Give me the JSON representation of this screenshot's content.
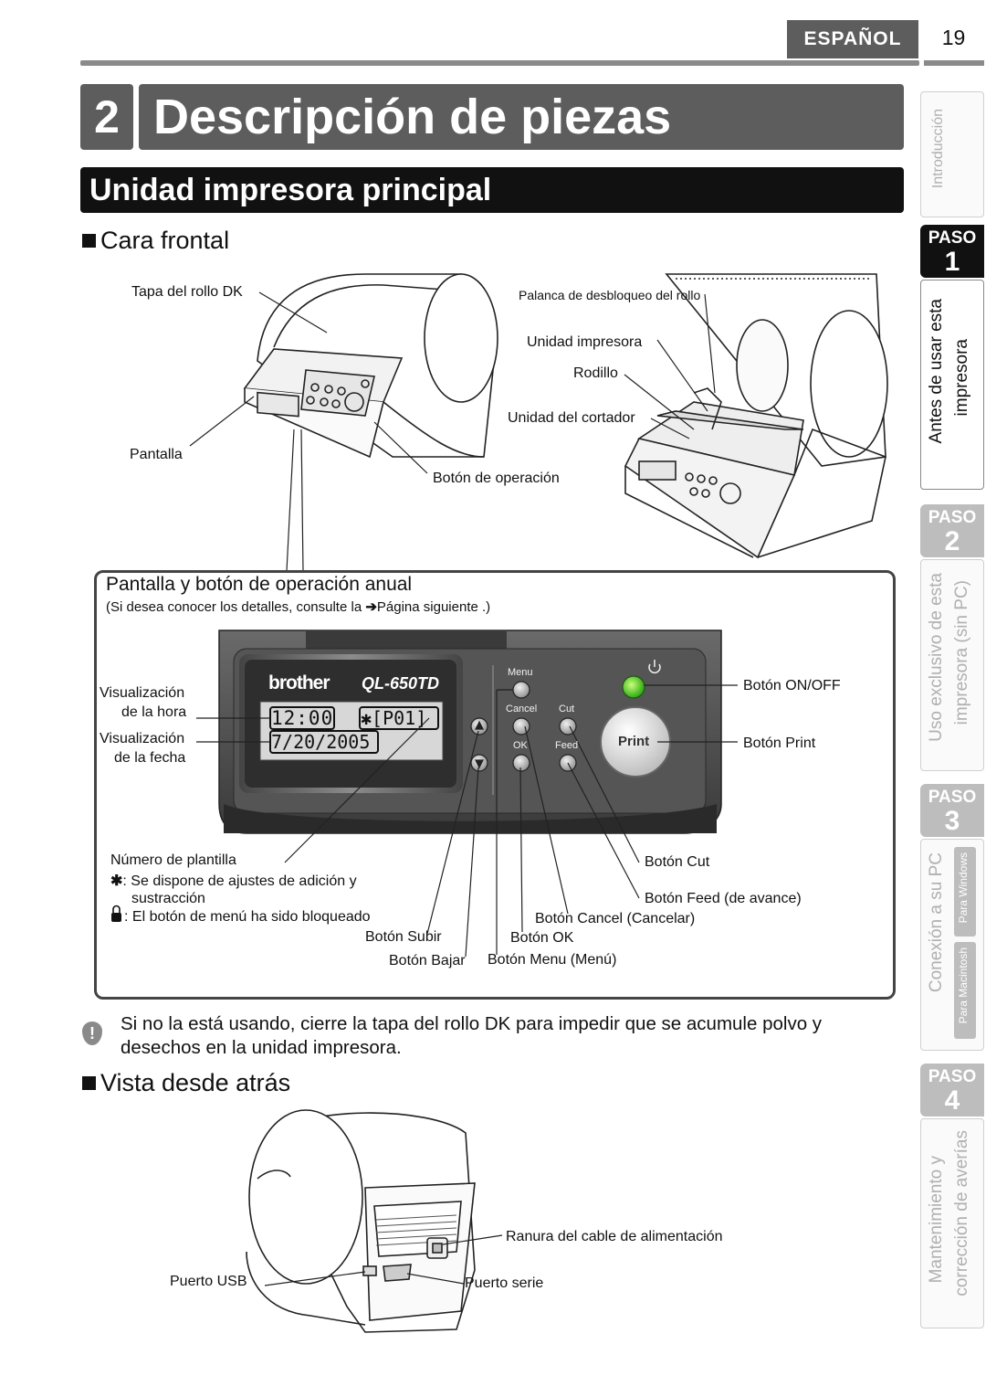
{
  "header": {
    "language": "ESPAÑOL",
    "page_number": "19",
    "chapter_number": "2",
    "chapter_title": "Descripción de piezas",
    "section_title": "Unidad impresora principal"
  },
  "front": {
    "heading": "Cara frontal",
    "labels": {
      "dk_cover": "Tapa del rollo DK",
      "display": "Pantalla",
      "release_lever": "Palanca de desbloqueo del rollo",
      "print_unit": "Unidad impresora",
      "roller": "Rodillo",
      "cutter_unit": "Unidad del cortador",
      "operation_button": "Botón de operación"
    }
  },
  "panel": {
    "title": "Pantalla y botón de operación anual",
    "note_pre": "(Si desea conocer los detalles, consulte la ",
    "note_arrow": "➔",
    "note_post": "Página siguiente .)",
    "device": {
      "brand": "brother",
      "model": "QL-650TD",
      "lcd_line1_time": "12:00",
      "lcd_line1_tpl": "✱[P01]",
      "lcd_line2_date": "7/20/2005",
      "btn_menu": "Menu",
      "btn_cancel": "Cancel",
      "btn_cut": "Cut",
      "btn_ok": "OK",
      "btn_feed": "Feed",
      "btn_print": "Print"
    },
    "labels": {
      "time_display_1": "Visualización",
      "time_display_2": "de la hora",
      "date_display_1": "Visualización",
      "date_display_2": "de la fecha",
      "on_off": "Botón ON/OFF",
      "print": "Botón Print",
      "template_number": "Número de plantilla",
      "template_star_1": ": Se dispone de ajustes de adición y",
      "template_star_2": "sustracción",
      "template_lock": ": El botón de menú ha sido bloqueado",
      "up": "Botón Subir",
      "down": "Botón Bajar",
      "cut": "Botón Cut",
      "feed": "Botón Feed (de avance)",
      "cancel": "Botón Cancel (Cancelar)",
      "ok": "Botón OK",
      "menu": "Botón Menu (Menú)"
    }
  },
  "warning": "Si no la está usando, cierre la tapa del rollo DK para impedir que se acumule polvo y desechos en la unidad impresora.",
  "back": {
    "heading": "Vista desde atrás",
    "labels": {
      "power_slot": "Ranura del cable de alimentación",
      "usb": "Puerto USB",
      "serial": "Puerto serie"
    }
  },
  "sidebar": {
    "intro": "Introducción",
    "paso_word": "PASO",
    "steps": [
      {
        "n": "1",
        "line1": "Antes de usar esta",
        "line2": "impresora"
      },
      {
        "n": "2",
        "line1": "Uso exclusivo de esta",
        "line2": "impresora (sin PC)"
      },
      {
        "n": "3",
        "line1": "Conexión a su PC",
        "windows": "Para Windows",
        "mac": "Para Macintosh"
      },
      {
        "n": "4",
        "line1": "Mantenimiento y",
        "line2": "corrección de averías"
      }
    ]
  }
}
